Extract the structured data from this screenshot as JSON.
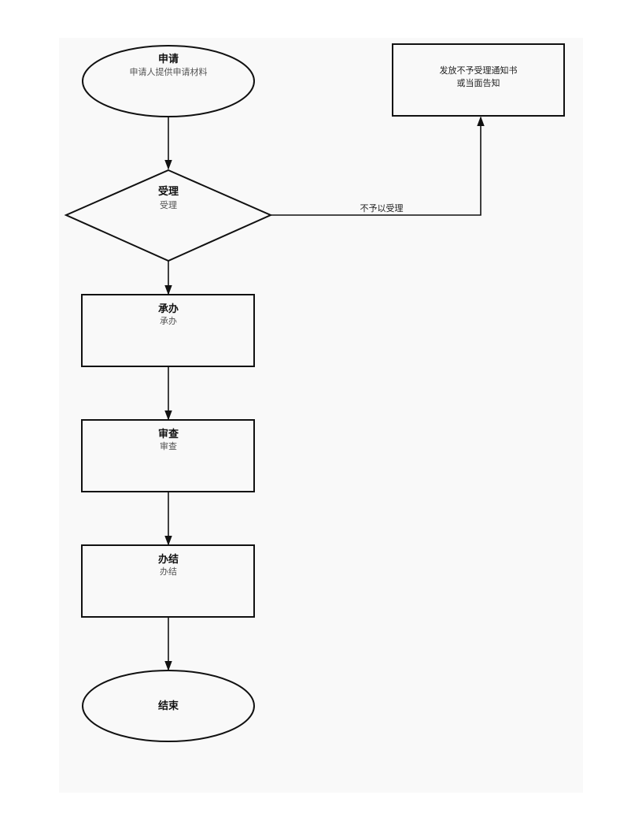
{
  "nodes": {
    "apply": {
      "title": "申请",
      "subtitle": "申请人提供申请材料"
    },
    "accept": {
      "title": "受理",
      "subtitle": "受理"
    },
    "reject": {
      "line1": "发放不予受理通知书",
      "line2": "或当面告知"
    },
    "handle": {
      "title": "承办",
      "subtitle": "承办"
    },
    "review": {
      "title": "审查",
      "subtitle": "审查"
    },
    "complete": {
      "title": "办结",
      "subtitle": "办结"
    },
    "end": {
      "title": "结束"
    }
  },
  "edges": {
    "reject_label": "不予以受理"
  }
}
